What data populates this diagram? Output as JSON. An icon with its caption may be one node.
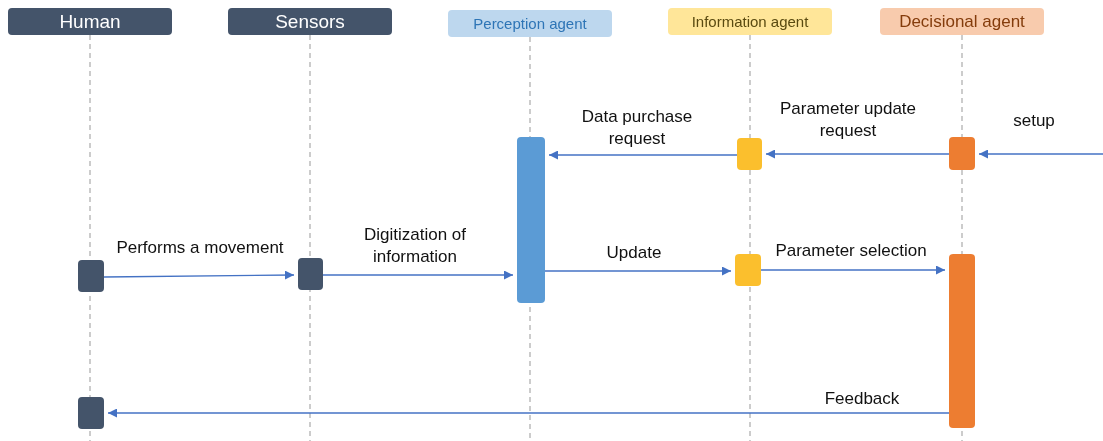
{
  "diagram": {
    "nodes": [
      {
        "text": [
          "Human"
        ]
      },
      {
        "text": [
          "Sensors"
        ]
      },
      {
        "text": [
          "Perception agent"
        ]
      },
      {
        "text": [
          "Information agent"
        ]
      },
      {
        "text": [
          "Decisional agent"
        ]
      },
      {
        "text": [],
        "shape": "bar"
      },
      {
        "text": [],
        "shape": "bar"
      },
      {
        "text": [],
        "shape": "bar"
      },
      {
        "text": [],
        "shape": "bar"
      },
      {
        "text": [],
        "shape": "bar"
      },
      {
        "text": [],
        "shape": "bar"
      },
      {
        "text": [],
        "shape": "bar"
      },
      {
        "text": [],
        "shape": "bar"
      }
    ],
    "edges": [
      {
        "from": null,
        "to": 9,
        "arrow": "to",
        "label": "setup"
      },
      {
        "from": 9,
        "to": 8,
        "arrow": "to",
        "label": "Parameter update request"
      },
      {
        "from": 8,
        "to": 7,
        "arrow": "to",
        "label": "Data purchase request"
      },
      {
        "from": 5,
        "to": 6,
        "arrow": "to",
        "label": "Performs a movement"
      },
      {
        "from": 6,
        "to": 7,
        "arrow": "to",
        "label": "Digitization of information"
      },
      {
        "from": 7,
        "to": 10,
        "arrow": "to",
        "label": "Update"
      },
      {
        "from": 10,
        "to": 11,
        "arrow": "to",
        "label": "Parameter selection"
      },
      {
        "from": 11,
        "to": 12,
        "arrow": "to",
        "label": "Feedback"
      }
    ]
  }
}
